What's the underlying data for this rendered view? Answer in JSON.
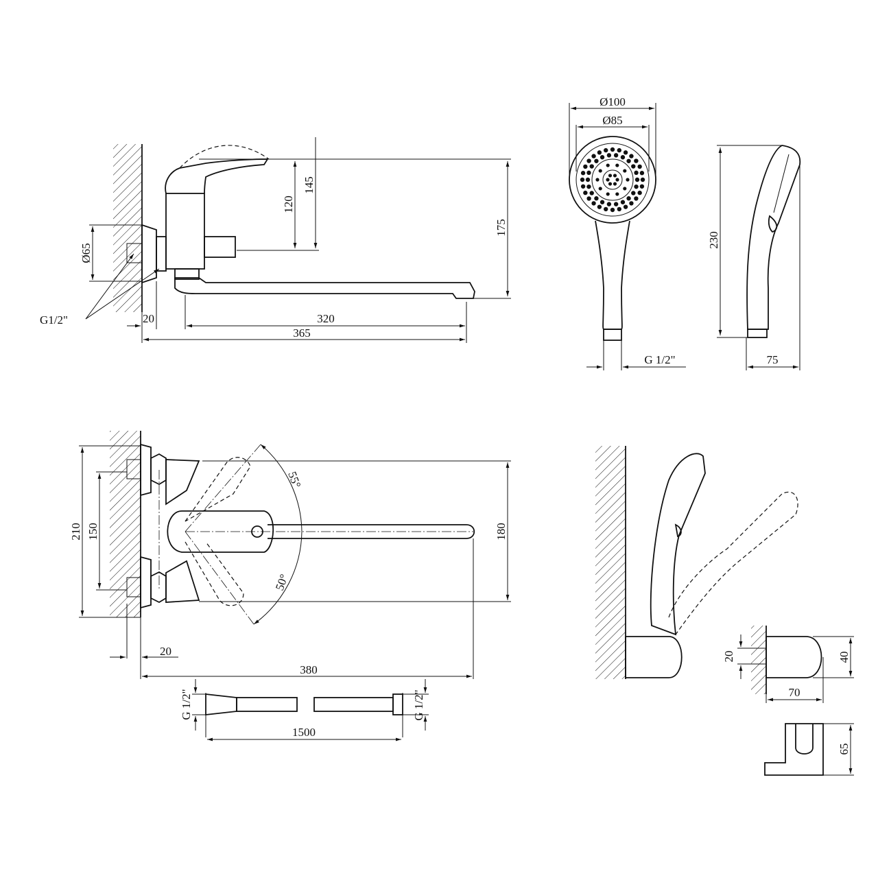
{
  "drawing": {
    "side_view": {
      "dims": {
        "h120": "120",
        "h145": "145",
        "h175": "175",
        "d65": "Ø65",
        "thread": "G1/2\"",
        "w20": "20",
        "w320": "320",
        "w365": "365"
      }
    },
    "shower_head_front": {
      "dims": {
        "d100": "Ø100",
        "d85": "Ø85",
        "thread": "G 1/2\""
      }
    },
    "shower_head_side": {
      "dims": {
        "h230": "230",
        "w75": "75"
      }
    },
    "top_view": {
      "dims": {
        "h210": "210",
        "h150": "150",
        "h180": "180",
        "a55": "55°",
        "a50": "50°",
        "w20": "20",
        "w380": "380"
      }
    },
    "hose": {
      "dims": {
        "length": "1500",
        "thread_left": "G 1/2\"",
        "thread_right": "G 1/2\""
      }
    },
    "holder": {
      "dims": {
        "h20": "20",
        "h40": "40",
        "w70": "70",
        "h65": "65"
      }
    }
  }
}
